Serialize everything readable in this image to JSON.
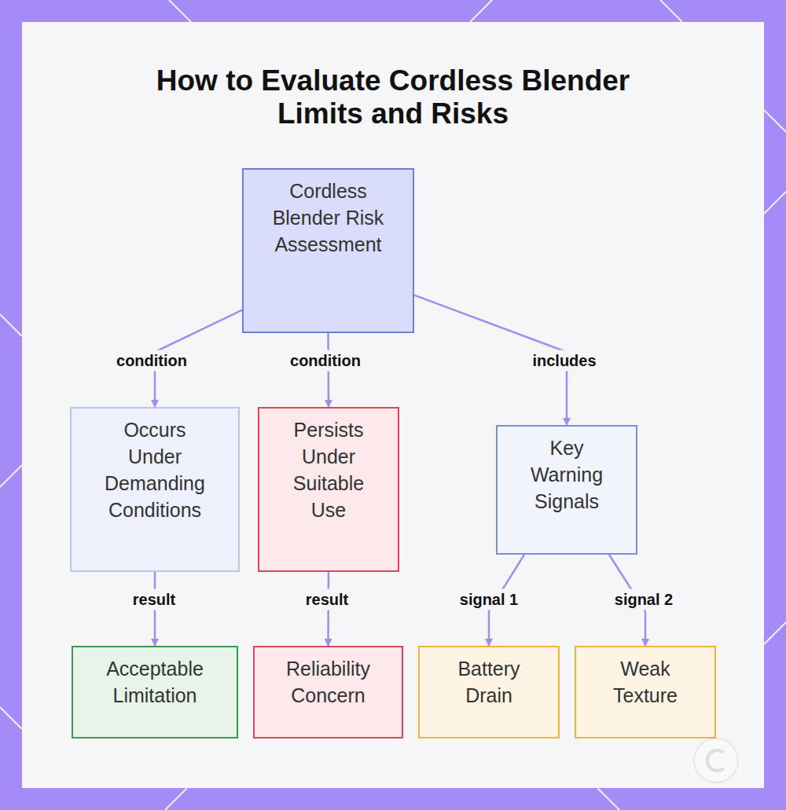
{
  "diagram": {
    "title": "How to Evaluate Cordless Blender Limits and Risks",
    "nodes": [
      {
        "text": [
          "Cordless Blender Risk Assessment"
        ]
      },
      {
        "text": [
          "Occurs Under Demanding Conditions"
        ]
      },
      {
        "text": [
          "Persists Under Suitable Use"
        ]
      },
      {
        "text": [
          "Key Warning Signals"
        ]
      },
      {
        "text": [
          "Acceptable Limitation"
        ]
      },
      {
        "text": [
          "Reliability Concern"
        ]
      },
      {
        "text": [
          "Battery Drain"
        ]
      },
      {
        "text": [
          "Weak Texture"
        ]
      }
    ],
    "edges": [
      {
        "from": 0,
        "to": 1,
        "label": "condition",
        "arrow": "to"
      },
      {
        "from": 0,
        "to": 2,
        "label": "condition",
        "arrow": "to"
      },
      {
        "from": 0,
        "to": 3,
        "label": "includes",
        "arrow": "to"
      },
      {
        "from": 1,
        "to": 4,
        "label": "result",
        "arrow": "to"
      },
      {
        "from": 2,
        "to": 5,
        "label": "result",
        "arrow": "to"
      },
      {
        "from": 3,
        "to": 6,
        "label": "signal 1",
        "arrow": "to"
      },
      {
        "from": 3,
        "to": 7,
        "label": "signal 2",
        "arrow": "to"
      }
    ]
  }
}
